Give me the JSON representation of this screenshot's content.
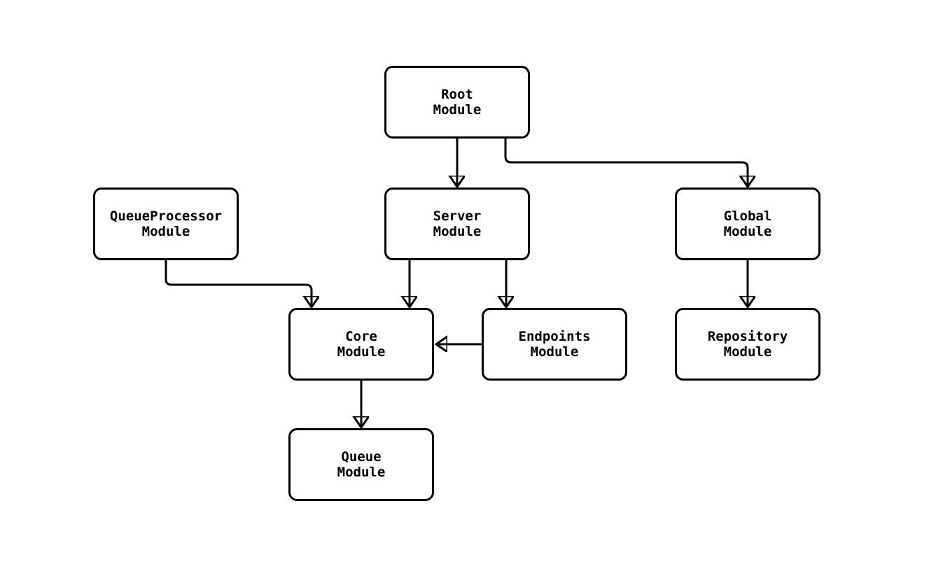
{
  "diagram": {
    "type": "module-dependency-graph",
    "nodes": {
      "root": {
        "label": "Root\nModule"
      },
      "queue_processor": {
        "label": "QueueProcessor\nModule"
      },
      "server": {
        "label": "Server\nModule"
      },
      "global": {
        "label": "Global\nModule"
      },
      "core": {
        "label": "Core\nModule"
      },
      "endpoints": {
        "label": "Endpoints\nModule"
      },
      "repository": {
        "label": "Repository\nModule"
      },
      "queue": {
        "label": "Queue\nModule"
      }
    },
    "edges": [
      {
        "from": "Root Module",
        "to": "Server Module"
      },
      {
        "from": "Root Module",
        "to": "Global Module"
      },
      {
        "from": "QueueProcessor Module",
        "to": "Core Module"
      },
      {
        "from": "Server Module",
        "to": "Core Module"
      },
      {
        "from": "Server Module",
        "to": "Endpoints Module"
      },
      {
        "from": "Endpoints Module",
        "to": "Core Module"
      },
      {
        "from": "Global Module",
        "to": "Repository Module"
      },
      {
        "from": "Core Module",
        "to": "Queue Module"
      }
    ],
    "colors": {
      "background": "#ffffff",
      "node_fill": "#ffffff",
      "node_border": "#000000",
      "edge": "#000000",
      "text": "#000000"
    }
  }
}
